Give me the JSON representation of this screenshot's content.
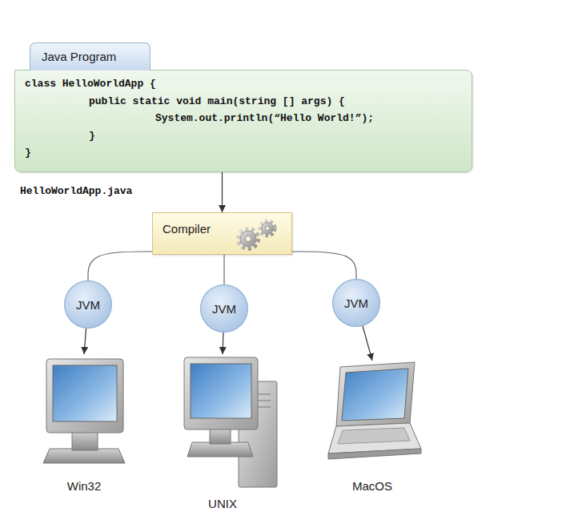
{
  "diagram": {
    "nodes": [
      {
        "text": [
          "Java Program",
          "class HelloWorldApp {",
          "public static void main(string [] args) {",
          "System.out.println(“Hello World!”);",
          "}",
          "}"
        ]
      },
      {
        "text": [
          "Compiler"
        ]
      },
      {
        "text": [
          "JVM"
        ]
      },
      {
        "text": [
          "JVM"
        ]
      },
      {
        "text": [
          "JVM"
        ]
      },
      {
        "text": [
          "Win32"
        ]
      },
      {
        "text": [
          "UNIX"
        ]
      },
      {
        "text": [
          "MacOS"
        ]
      }
    ],
    "edges": [
      {
        "from": 0,
        "to": 1,
        "arrow": "to"
      },
      {
        "from": 1,
        "to": 2,
        "arrow": "none"
      },
      {
        "from": 1,
        "to": 3,
        "arrow": "none"
      },
      {
        "from": 1,
        "to": 4,
        "arrow": "none"
      },
      {
        "from": 2,
        "to": 5,
        "arrow": "to"
      },
      {
        "from": 3,
        "to": 6,
        "arrow": "to"
      },
      {
        "from": 4,
        "to": 7,
        "arrow": "to"
      }
    ],
    "labels": [
      "HelloWorldApp.java"
    ]
  }
}
